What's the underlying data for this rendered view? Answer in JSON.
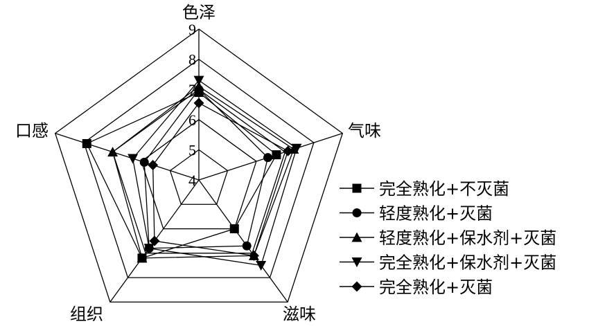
{
  "chart_data": {
    "type": "radar",
    "axes": [
      "色泽",
      "气味",
      "滋味",
      "组织",
      "口感"
    ],
    "rlim": [
      4,
      9
    ],
    "ticks": [
      "4",
      "5",
      "6",
      "7",
      "8",
      "9"
    ],
    "legend_position": "right",
    "series": [
      {
        "name": "完全熟化+不灭菌",
        "marker": "square",
        "values": [
          6.9,
          6.7,
          6.0,
          7.2,
          7.9
        ]
      },
      {
        "name": "轻度熟化+灭菌",
        "marker": "circle",
        "values": [
          7.0,
          6.4,
          6.7,
          6.8,
          5.9
        ]
      },
      {
        "name": "轻度熟化+保水剂+灭菌",
        "marker": "triangle-up",
        "values": [
          7.1,
          7.3,
          7.1,
          7.2,
          7.0
        ]
      },
      {
        "name": "完全熟化+保水剂+灭菌",
        "marker": "triangle-down",
        "values": [
          7.3,
          7.4,
          7.5,
          6.8,
          6.3
        ]
      },
      {
        "name": "完全熟化+灭菌",
        "marker": "diamond",
        "values": [
          6.55,
          7.1,
          7.1,
          6.5,
          5.6
        ]
      }
    ]
  }
}
